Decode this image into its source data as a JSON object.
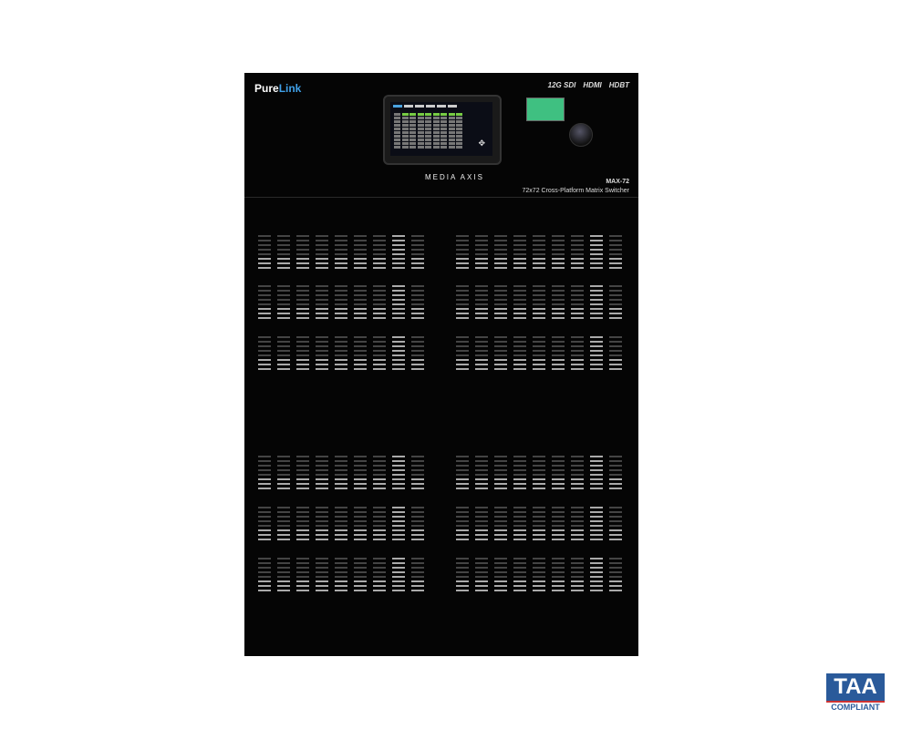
{
  "brand": {
    "name_a": "Pure",
    "name_b": "Link"
  },
  "badges": [
    "12G SDI",
    "HDMI",
    "HDBT"
  ],
  "product": {
    "model": "MAX-72",
    "description": "72x72 Cross-Platform Matrix Switcher",
    "series_logo": "MEDIA AXIS"
  },
  "certification": {
    "line1": "TAA",
    "line2": "COMPLIANT",
    "color": "#2a5a9a"
  },
  "colors": {
    "chassis": "#050505",
    "lcd": "#3fc081"
  }
}
